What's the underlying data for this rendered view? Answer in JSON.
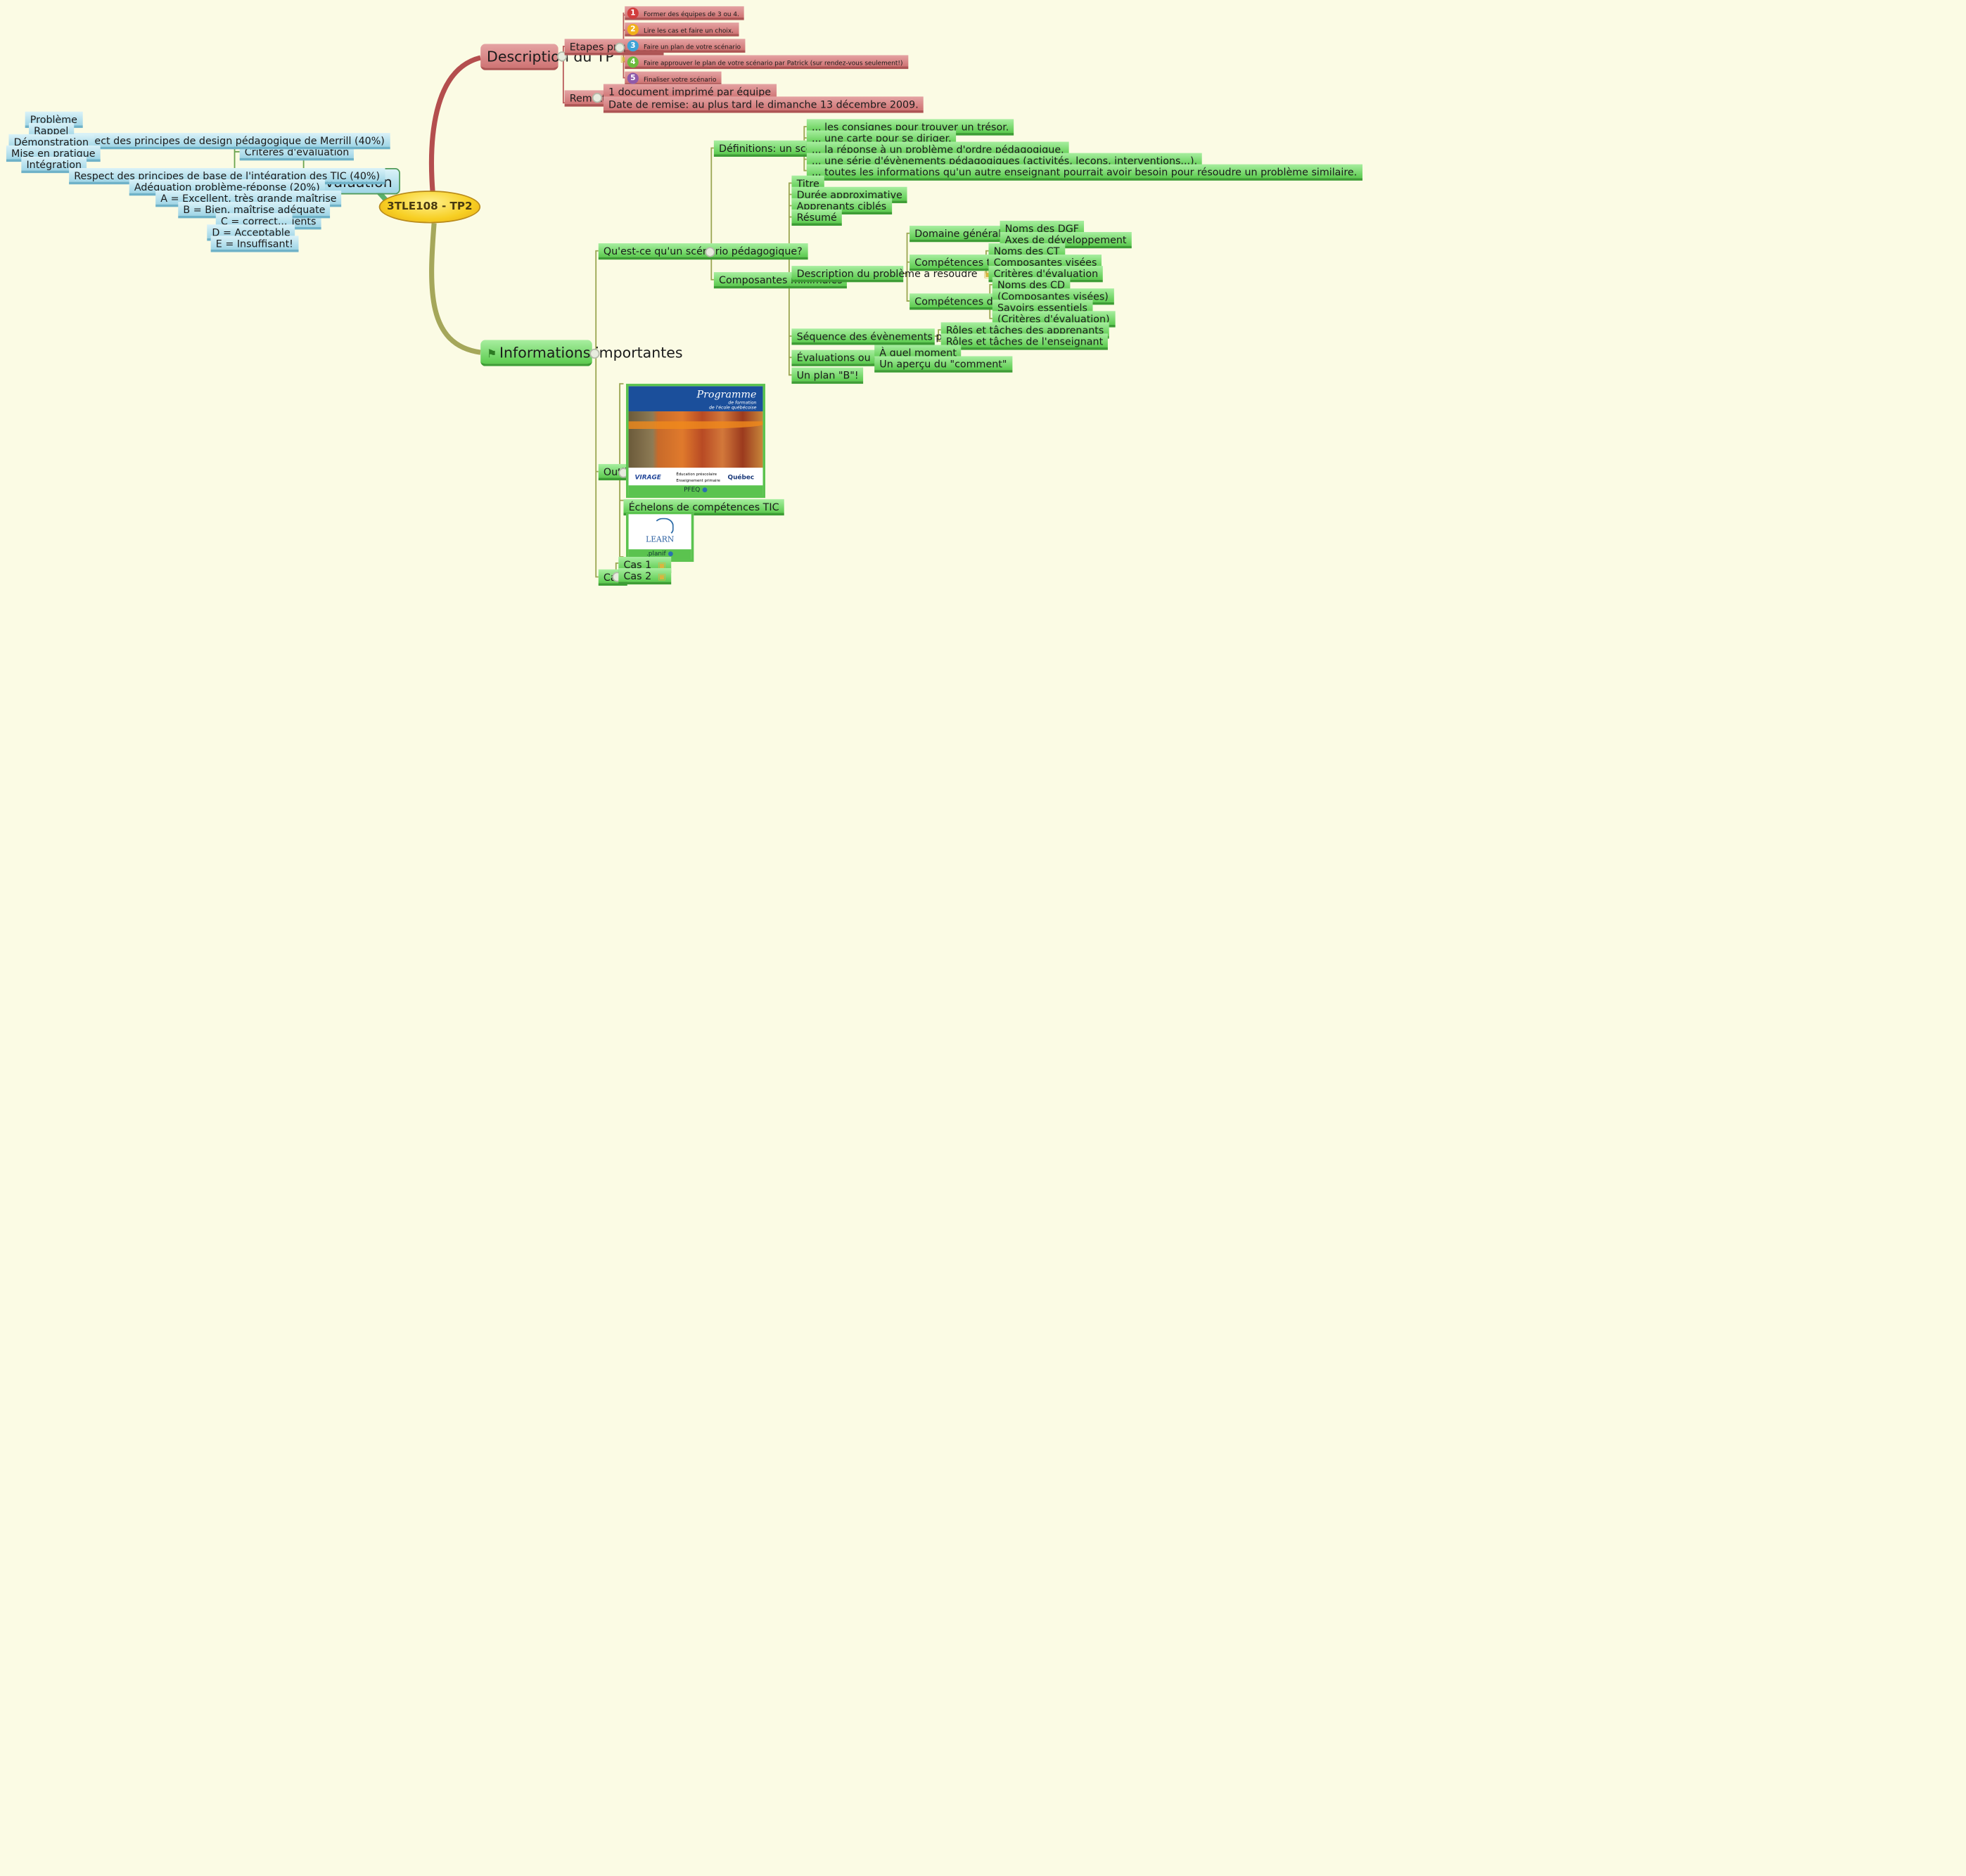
{
  "central": "3TLE108 - TP2",
  "description": {
    "title": "Description du TP",
    "etapes": {
      "title": "Etapes proposées",
      "items": [
        {
          "num": "1",
          "color": "#d23d3d",
          "label": "Former des équipes de 3 ou 4."
        },
        {
          "num": "2",
          "color": "#f1b11b",
          "label": "Lire les cas et faire un choix."
        },
        {
          "num": "3",
          "color": "#3fa3d6",
          "label": "Faire un plan de votre scénario"
        },
        {
          "num": "4",
          "color": "#6cbb3c",
          "label": "Faire approuver le plan de votre scénario par Patrick (sur rendez-vous seulement!)"
        },
        {
          "num": "5",
          "color": "#8f5aa9",
          "label": "Finaliser votre scénario"
        }
      ]
    },
    "remettre": {
      "title": "Remettre",
      "items": [
        "1 document imprimé par équipe",
        "Date de remise: au plus tard le dimanche 13 décembre 2009."
      ]
    }
  },
  "evaluation": {
    "title": "Évaluation",
    "criteres": {
      "title": "Critères d'évaluation",
      "merrill": {
        "label": "Respect des principes de design pédagogique de Merrill (40%)",
        "children": [
          "Problème",
          "Rappel",
          "Démonstration",
          "Mise en pratique",
          "Intégration"
        ]
      },
      "items": [
        "Respect des principes de base de l'intégration des TIC (40%)",
        "Adéquation problème-réponse (20%)"
      ]
    },
    "gradients": {
      "title": "Gradients",
      "items": [
        "A = Excellent, très grande maîtrise",
        "B = Bien, maîtrise adéquate",
        "C = correct...",
        "D = Acceptable",
        "E = Insuffisant!"
      ]
    }
  },
  "informations": {
    "title": "Informations importantes",
    "scenario": {
      "title": "Qu'est-ce qu'un scénario pédagogique?",
      "definitions": {
        "title": "Définitions: un scénario c'est...",
        "items": [
          "... les consignes pour trouver un trésor.",
          "... une carte pour se diriger.",
          "... la réponse à un problème  d'ordre pédagogique.",
          "... une série d'évènements pédagogiques (activités, leçons, interventions...).",
          "... toutes les informations qu'un autre enseignant pourrait avoir besoin pour résoudre un problème similaire."
        ]
      },
      "composantes": {
        "title": "Composantes minimales",
        "simple": [
          "Titre",
          "Durée approximative",
          "Apprenants ciblés",
          "Résumé"
        ],
        "description": {
          "title": "Description du problème à résoudre",
          "dgf": {
            "title": "Domaine général de formation",
            "items": [
              "Noms des DGF",
              "Axes de développement"
            ]
          },
          "ct": {
            "title": "Compétences transversales",
            "items": [
              "Noms des CT",
              "Composantes visées",
              "Critères d'évaluation"
            ]
          },
          "cd": {
            "title": "Compétences disciplinaires",
            "items": [
              "Noms des CD",
              "(Composantes visées)",
              "Savoirs essentiels",
              "(Critères d'évaluation)"
            ]
          }
        },
        "sequence": {
          "title": "Séquence des évènements pédagogiques ou leçons",
          "items": [
            "Rôles et tâches des apprenants",
            "Rôles et tâches de l'enseignant"
          ]
        },
        "evaluations": {
          "title": "Évaluations ou observations",
          "items": [
            "À quel moment",
            "Un aperçu du \"comment\""
          ]
        },
        "planb": "Un plan \"B\"!"
      }
    },
    "outils": {
      "title": "Outils",
      "pfeq": {
        "caption": "PFEQ",
        "cover_title": "Programme",
        "cover_sub1": "de formation",
        "cover_sub2": "de l'école québécoise",
        "level1": "Éducation préscolaire",
        "level2": "Enseignement primaire",
        "logo": "Québec",
        "mark": "VIRAGE"
      },
      "echelons": "Échelons de compétences TIC",
      "planif": {
        "caption": ".planif",
        "logo": "LEARN"
      }
    },
    "cas": {
      "title": "Cas",
      "items": [
        "Cas 1",
        "Cas 2"
      ]
    }
  },
  "colors": {
    "description": "#c97070",
    "evaluation": "#9fd5e6",
    "informations": "#5ccb4f",
    "central": "#f7cf23",
    "background": "#fbfbe4"
  }
}
